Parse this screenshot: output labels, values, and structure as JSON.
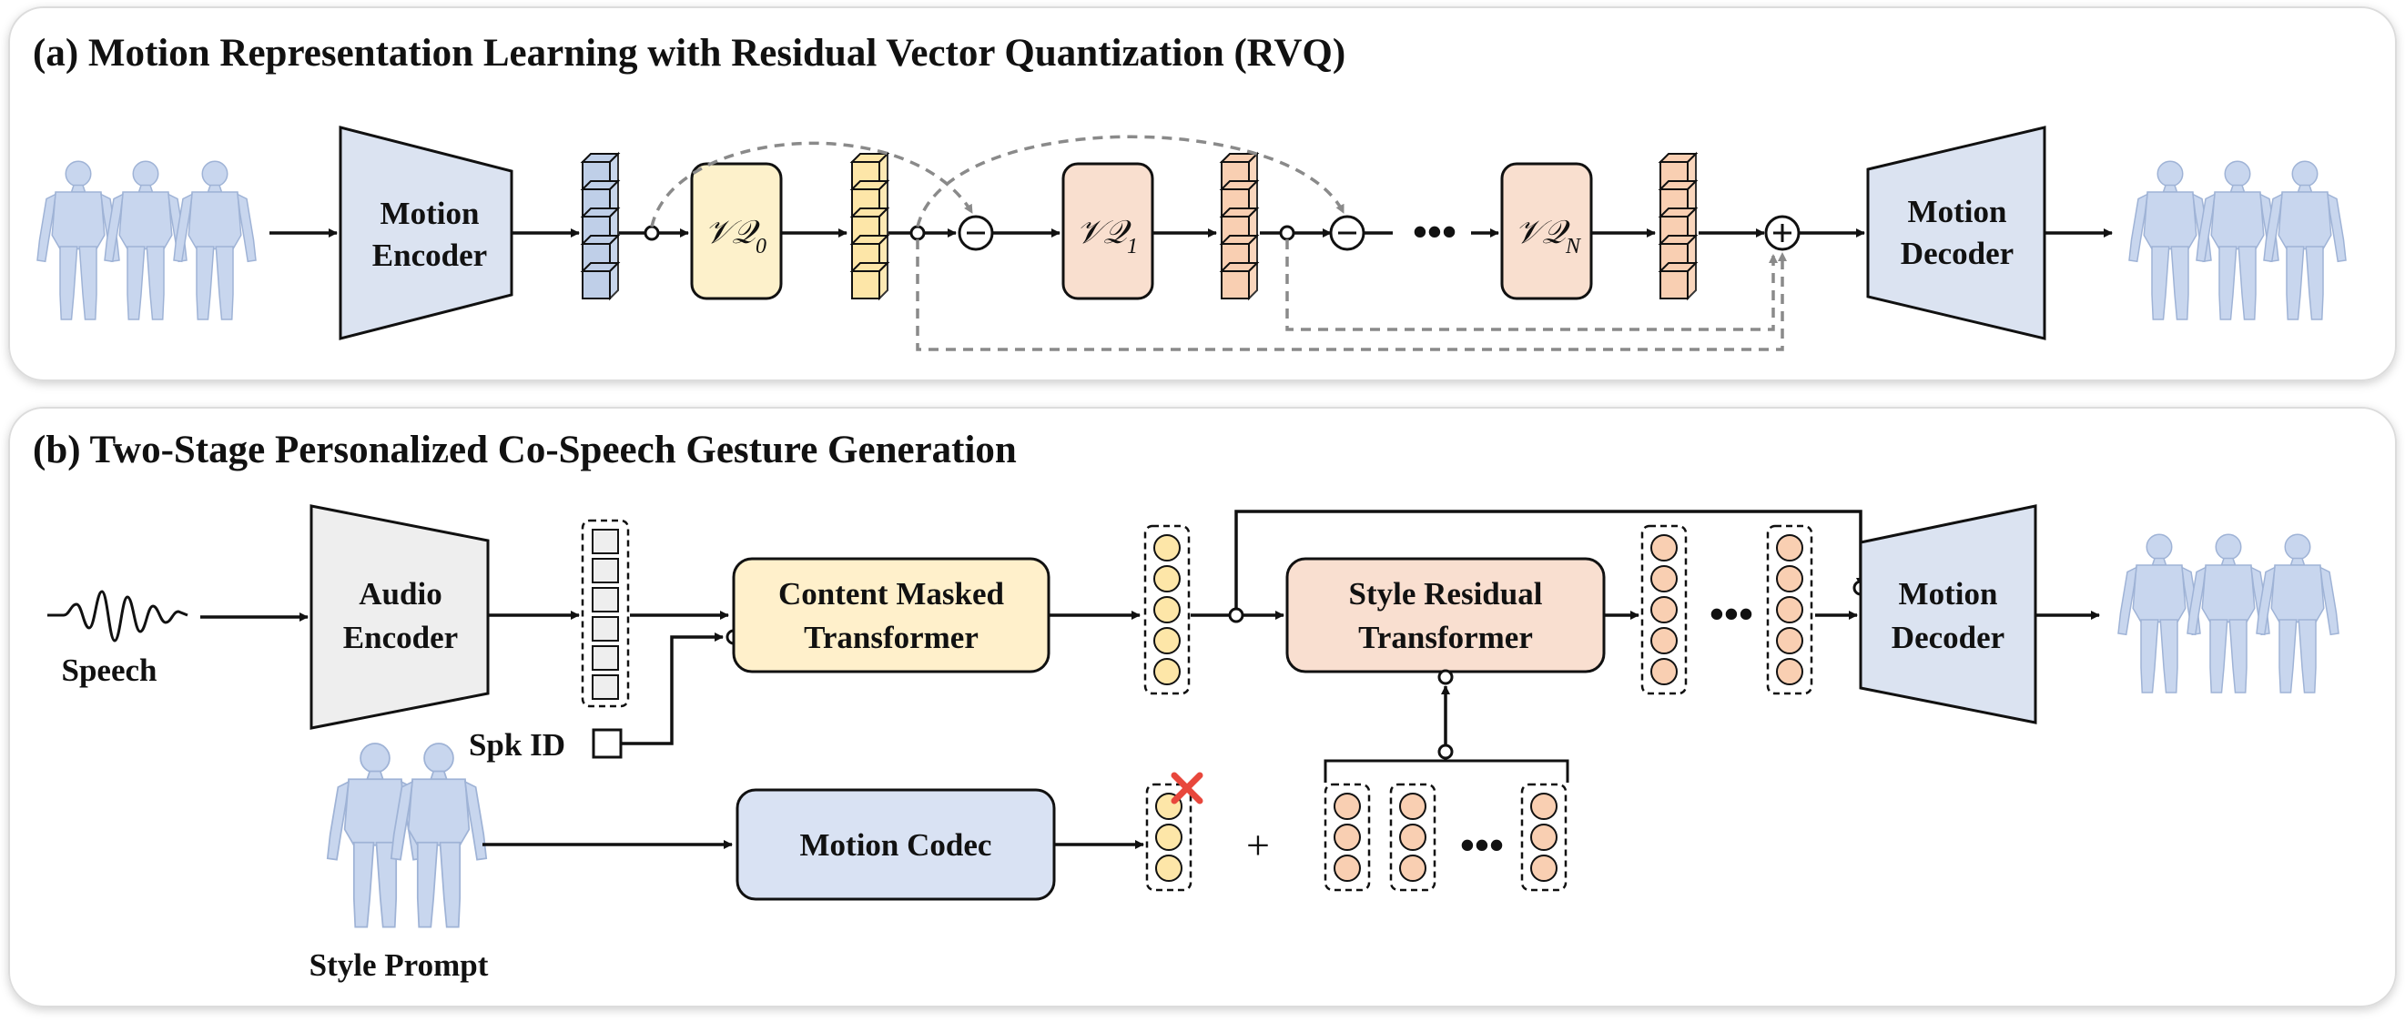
{
  "colors": {
    "encoder_blue": "#dbe3f1",
    "vq0_yellow": "#fdf1cb",
    "vqn_peach": "#f9dfcf",
    "content_yellow": "#fff0cb",
    "style_peach": "#f9dfd0",
    "codec_blue": "#d9e2f3",
    "audio_gray": "#eeeeee",
    "token_blue": "#bfcfe8",
    "token_yellow": "#fde6a8",
    "token_peach": "#f9cfb2",
    "remove_mark_red": "#e8473c",
    "arrow": "#111111",
    "dashed_arrow": "#8a8a8a",
    "human_figure": "#c8d6ee"
  },
  "panel_a": {
    "title": "(a) Motion Representation Learning with Residual Vector Quantization (RVQ)",
    "motion_encoder": {
      "line1": "Motion",
      "line2": "Encoder"
    },
    "vq0": {
      "base": "𝒱𝒬",
      "sub": "0"
    },
    "vq1": {
      "base": "𝒱𝒬",
      "sub": "1"
    },
    "vqn": {
      "base": "𝒱𝒬",
      "sub": "N"
    },
    "ellipsis": "•••",
    "motion_decoder": {
      "line1": "Motion",
      "line2": "Decoder"
    },
    "icons": [
      "human-figure-icon",
      "minus-circle-icon",
      "plus-circle-icon",
      "cube-token-icon"
    ]
  },
  "panel_b": {
    "title": "(b) Two-Stage Personalized Co-Speech Gesture Generation",
    "speech_label": "Speech",
    "audio_encoder": {
      "line1": "Audio",
      "line2": "Encoder"
    },
    "spk_id_label": "Spk ID",
    "content_transformer": {
      "line1": "Content Masked",
      "line2": "Transformer"
    },
    "style_transformer": {
      "line1": "Style Residual",
      "line2": "Transformer"
    },
    "motion_decoder": {
      "line1": "Motion",
      "line2": "Decoder"
    },
    "motion_codec": "Motion Codec",
    "style_prompt_label": "Style Prompt",
    "plus": "+",
    "ellipsis": "•••",
    "icons": [
      "waveform-icon",
      "human-figure-icon",
      "cross-icon",
      "circle-token-icon"
    ]
  }
}
